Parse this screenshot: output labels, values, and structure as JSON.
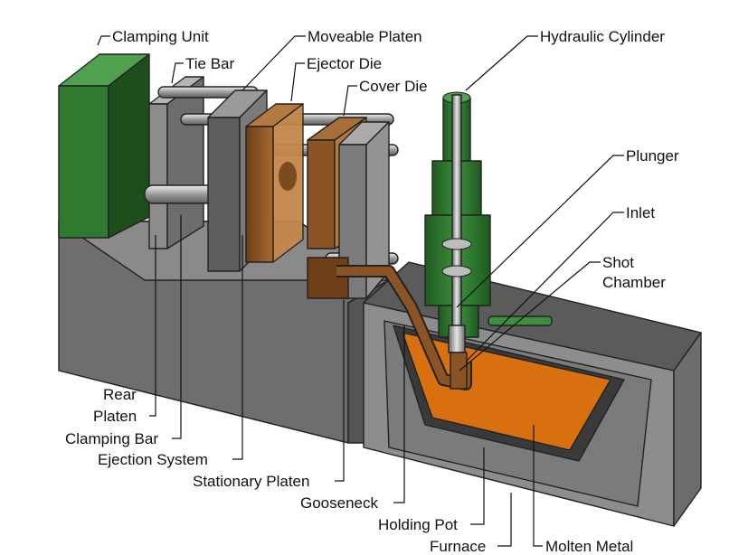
{
  "labels": {
    "clamping_unit": "Clamping Unit",
    "tie_bar": "Tie Bar",
    "moveable_platen": "Moveable Platen",
    "ejector_die": "Ejector Die",
    "cover_die": "Cover Die",
    "hydraulic_cylinder": "Hydraulic Cylinder",
    "plunger": "Plunger",
    "inlet": "Inlet",
    "shot_chamber_line1": "Shot",
    "shot_chamber_line2": "Chamber",
    "rear_platen_line1": "Rear",
    "rear_platen_line2": "Platen",
    "clamping_bar": "Clamping Bar",
    "ejection_system": "Ejection System",
    "stationary_platen": "Stationary Platen",
    "gooseneck": "Gooseneck",
    "holding_pot": "Holding Pot",
    "furnace": "Furnace",
    "molten_metal": "Molten Metal"
  },
  "colors": {
    "green": "#2f7a2f",
    "green_dark": "#1d4f1d",
    "bronze": "#8a5424",
    "orange": "#d9700f",
    "steel": "#9a9a9a",
    "base_gray": "#6b6b6b"
  }
}
